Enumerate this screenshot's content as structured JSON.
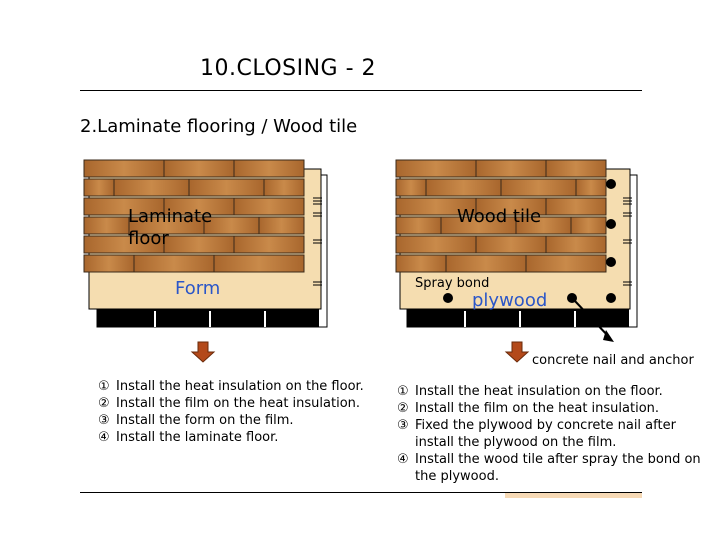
{
  "page": {
    "title": "10.CLOSING - 2",
    "subtitle": "2.Laminate flooring / Wood tile"
  },
  "left_diagram": {
    "floor_label": "Laminate\nfloor",
    "form_label": "Form",
    "steps": [
      {
        "num": "①",
        "text": "Install the heat insulation on the floor."
      },
      {
        "num": "②",
        "text": "Install the film on the heat insulation."
      },
      {
        "num": "③",
        "text": "Install the form on the film."
      },
      {
        "num": "④",
        "text": "Install the laminate floor."
      }
    ]
  },
  "right_diagram": {
    "tile_label": "Wood tile",
    "spray_label": "Spray bond",
    "plywood_label": "plywood",
    "nail_label": "concrete nail and anchor",
    "steps": [
      {
        "num": "①",
        "text": "Install the heat insulation on the floor."
      },
      {
        "num": "②",
        "text": "Install the film on the heat insulation."
      },
      {
        "num": "③",
        "text": "Fixed the plywood by concrete nail after install the plywood on the film."
      },
      {
        "num": "④",
        "text": "Install the wood tile after spray the bond on the plywood."
      }
    ]
  },
  "colors": {
    "wood": "#b9783a",
    "board": "#f5ddb0",
    "arrow": "#b3491a",
    "label_blue": "#2b56c8",
    "accent_bar": "#f6d9b5"
  }
}
